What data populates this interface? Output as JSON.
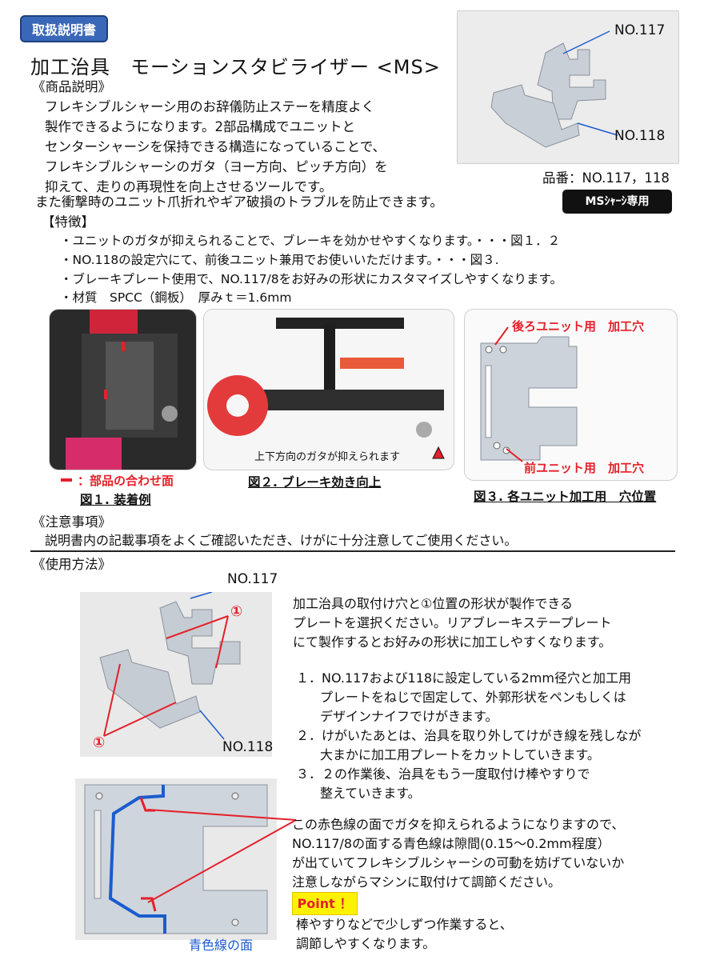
{
  "badge": "取扱説明書",
  "title": "加工治具　モーションスタビライザー <MS>",
  "product": {
    "label_117": "NO.117",
    "label_118": "NO.118",
    "part_number": "品番：NO.117，118",
    "ms_badge": "MSｼｬｰｼ専用"
  },
  "description": {
    "heading": "《商品説明》",
    "lines": [
      "フレキシブルシャーシ用のお辞儀防止ステーを精度よく",
      "製作できるようになります。2部品構成でユニットと",
      "センターシャーシを保持できる構造になっていることで、",
      "フレキシブルシャーシのガタ（ヨー方向、ピッチ方向）を",
      "抑えて、走りの再現性を向上させるツールです。",
      "また衝撃時のユニット爪折れやギア破損のトラブルを防止できます。"
    ]
  },
  "features": {
    "heading": "【特徴】",
    "items": [
      "・ユニットのガタが抑えられることで、ブレーキを効かせやすくなります。・・・図１．２",
      "・NO.118の設定穴にて、前後ユニット兼用でお使いいただけます。・・・図３.",
      "・ブレーキプレート使用で、NO.117/8をお好みの形状にカスタマイズしやすくなります。",
      "・材質　SPCC（鋼板）　厚みｔ＝1.6mm"
    ]
  },
  "figures": {
    "fig1_legend": "：部品の合わせ面",
    "fig1_caption": "図１. 装着例",
    "fig2_overlay": "上下方向のガタが抑えられます",
    "fig2_caption": "図２. ブレーキ効き向上",
    "fig3_rear": "後ろユニット用　加工穴",
    "fig3_front": "前ユニット用　加工穴",
    "fig3_caption": "図３. 各ユニット加工用　穴位置"
  },
  "caution": {
    "heading": "《注意事項》",
    "text": "説明書内の記載事項をよくご確認いただき、けがに十分注意してご使用ください。"
  },
  "usage": {
    "heading": "《使用方法》",
    "label_117": "NO.117",
    "label_118": "NO.118",
    "marker_1": "①",
    "intro": [
      "加工治具の取付け穴と①位置の形状が製作できる",
      "プレートを選択ください。リアブレーキステープレート",
      "にて製作するとお好みの形状に加工しやすくなります。"
    ],
    "steps": [
      "１．NO.117および118に設定している2mm径穴と加工用",
      "プレートをねじで固定して、外郭形状をペンもしくは",
      "デザインナイフでけがきます。",
      "２．けがいたあとは、治具を取り外してけがき線を残しなが",
      "大まかに加工用プレートをカットしていきます。",
      "３．２の作業後、治具をもう一度取付け棒やすりで",
      "整えていきます。"
    ],
    "note": [
      "この赤色線の面でガタを抑えられるようになりますので、",
      "NO.117/8の面する青色線は隙間(0.15〜0.2mm程度）",
      "が出ていてフレキシブルシャーシの可動を妨げていないか",
      "注意しながらマシンに取付けて調節ください。"
    ],
    "point_badge": "Point ！",
    "point_text": [
      "棒やすりなどで少しずつ作業すると、",
      "調節しやすくなります。"
    ],
    "blue_line_label": "青色線の面"
  },
  "colors": {
    "accent_blue": "#3a68b8",
    "red": "#e4202a",
    "blue_line": "#1b5ccf"
  }
}
